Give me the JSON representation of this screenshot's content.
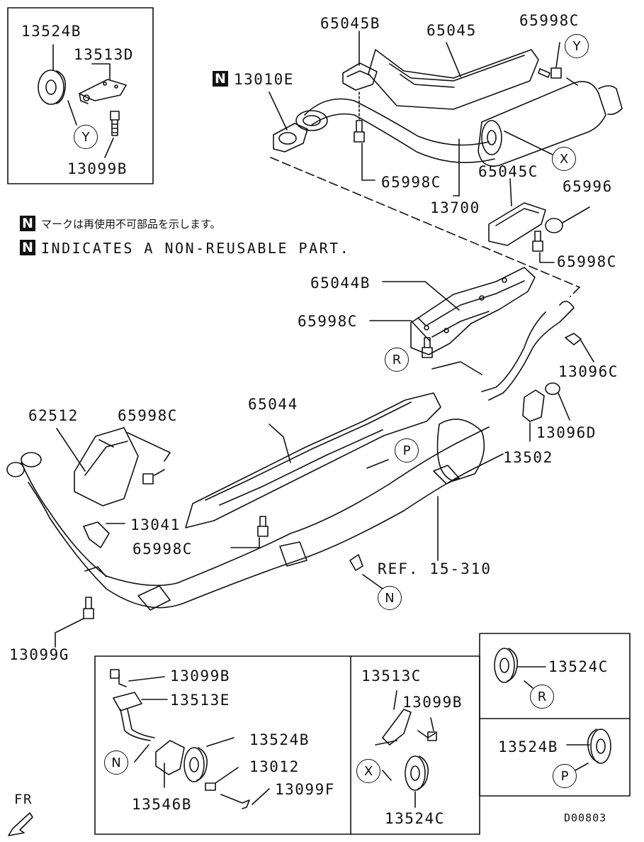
{
  "notes": {
    "n_badge": "N",
    "jp": "マークは再使用不可部品を示します。",
    "en": "INDICATES A NON-REUSABLE PART."
  },
  "labels": {
    "p13524B_top": "13524B",
    "p13513D": "13513D",
    "p13099B_top": "13099B",
    "p13010E": "13010E",
    "p65045B": "65045B",
    "p65045": "65045",
    "p65998C_a": "65998C",
    "p65998C_b": "65998C",
    "p13700": "13700",
    "p65045C": "65045C",
    "p65996": "65996",
    "p65998C_c": "65998C",
    "p65044B": "65044B",
    "p65998C_d": "65998C",
    "p13096C": "13096C",
    "p13096D": "13096D",
    "p13502": "13502",
    "p62512": "62512",
    "p65998C_e": "65998C",
    "p65044": "65044",
    "p13041": "13041",
    "p65998C_f": "65998C",
    "ref15310": "REF. 15-310",
    "p13099G": "13099G",
    "p13099B_bl": "13099B",
    "p13513E": "13513E",
    "p13524B_bl": "13524B",
    "p13012": "13012",
    "p13099F": "13099F",
    "p13546B": "13546B",
    "p13513C": "13513C",
    "p13099B_bm": "13099B",
    "p13524C_bm": "13524C",
    "p13524C_br": "13524C",
    "p13524B_br": "13524B"
  },
  "callouts": {
    "Y1": "Y",
    "Y2": "Y",
    "X1": "X",
    "X2": "X",
    "R1": "R",
    "R2": "R",
    "P1": "P",
    "P2": "P",
    "N1": "N",
    "N2": "N"
  },
  "fr": "FR",
  "doc_code": "D00803"
}
